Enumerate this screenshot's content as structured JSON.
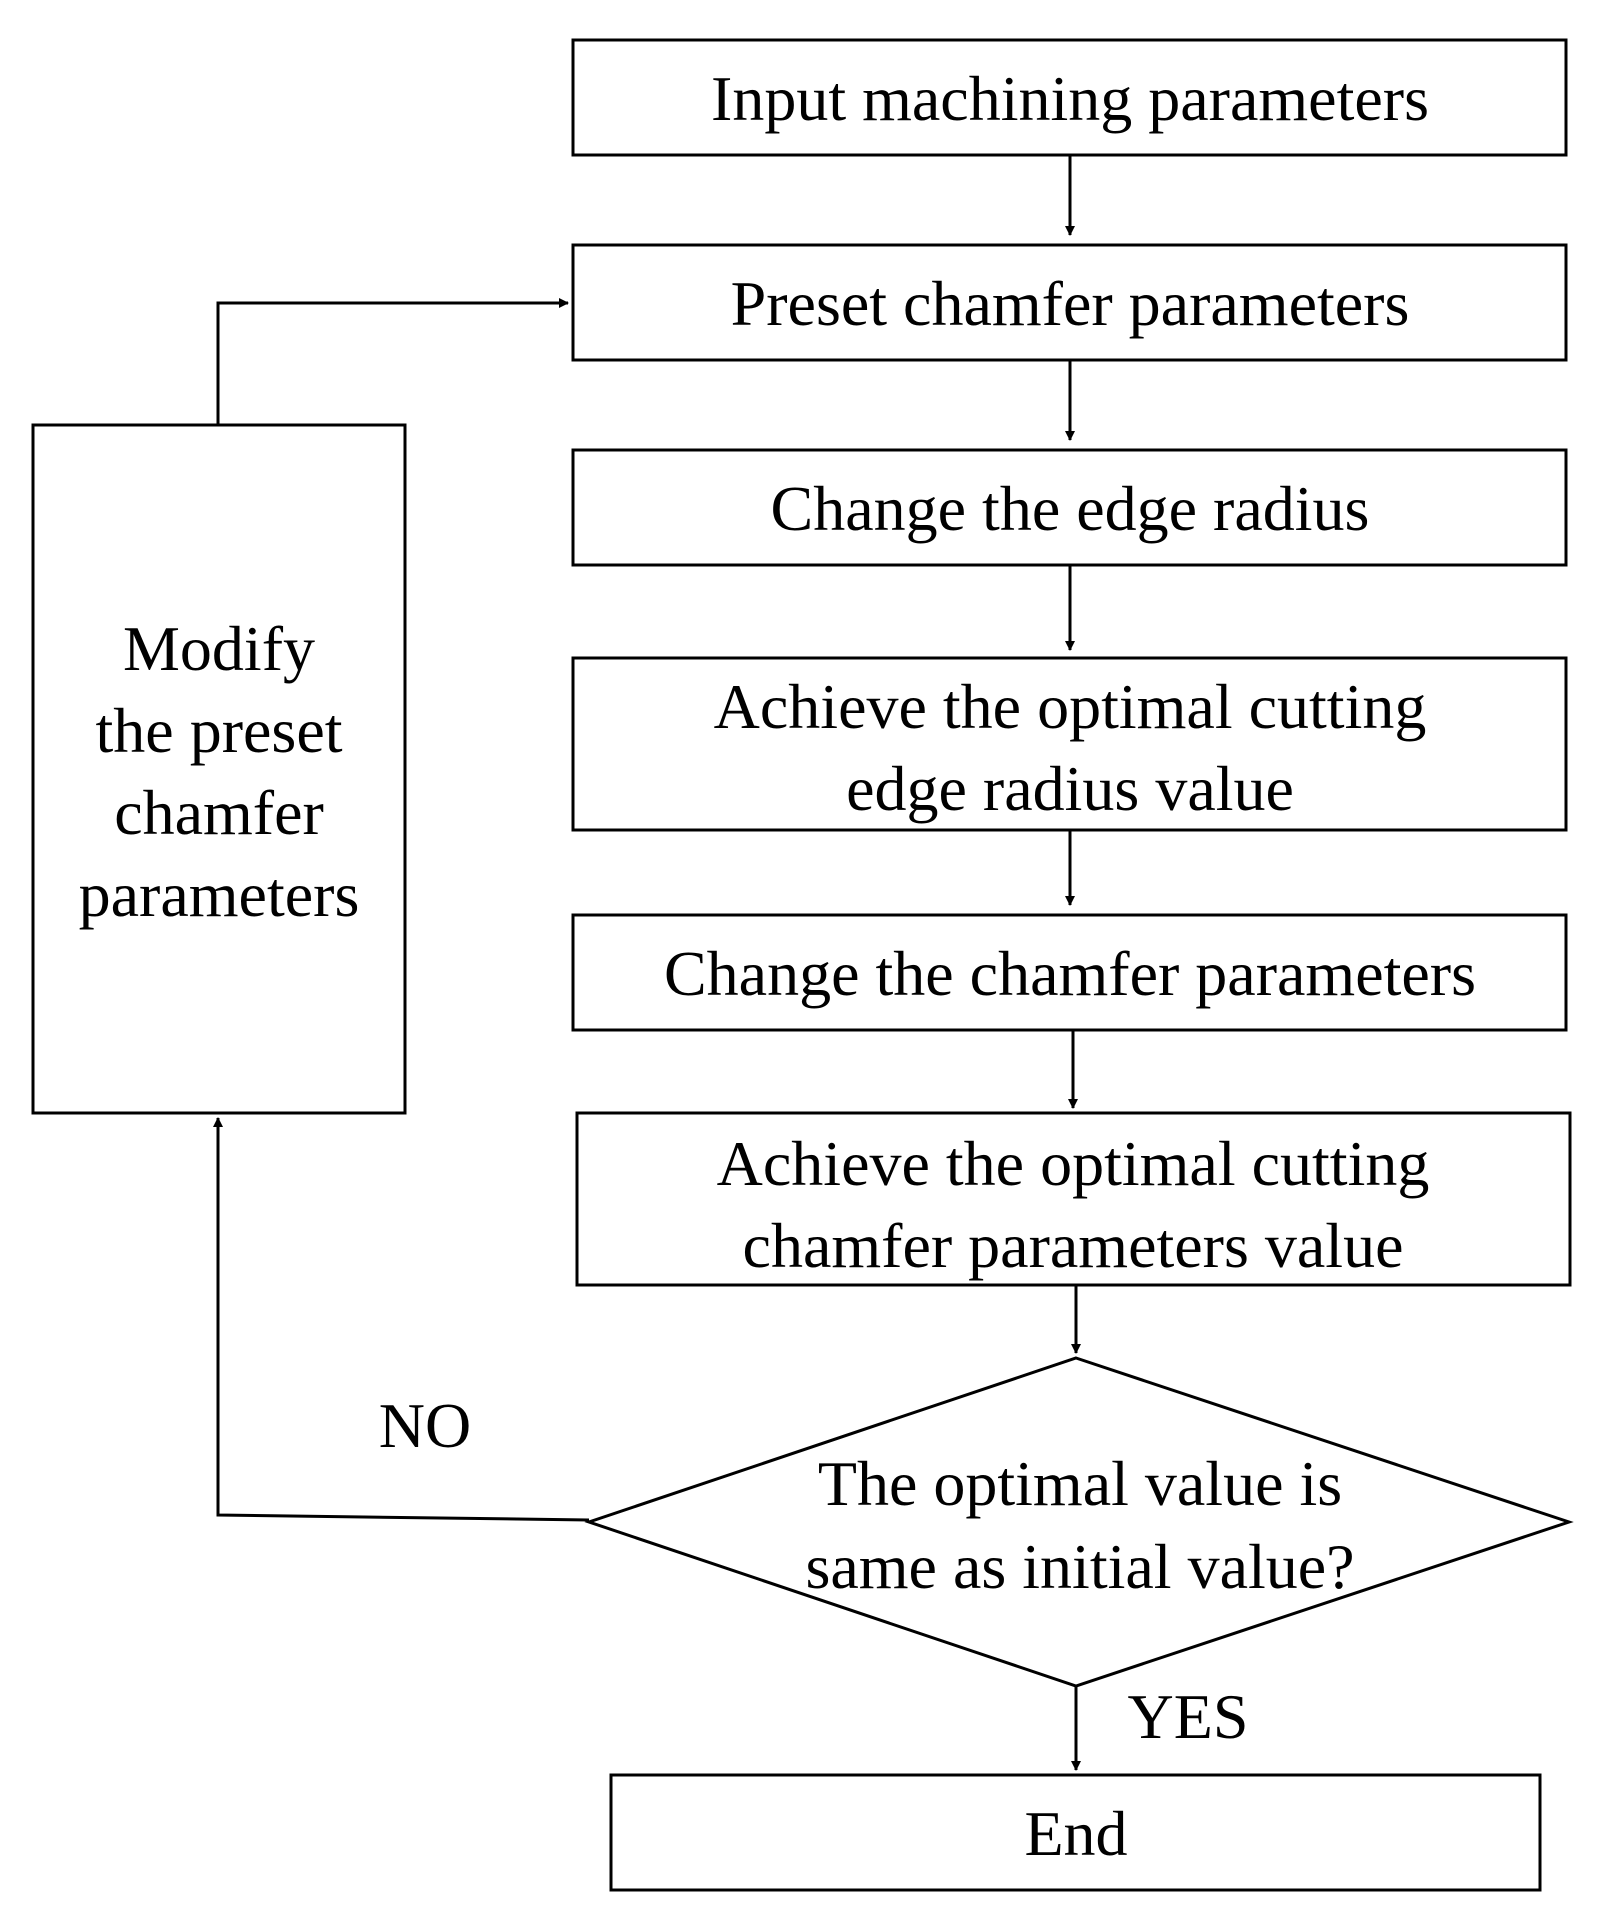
{
  "diagram": {
    "nodes": {
      "input": {
        "text": "Input machining parameters"
      },
      "preset": {
        "text": "Preset chamfer parameters"
      },
      "change_radius": {
        "text": "Change the edge radius"
      },
      "optimal_radius": {
        "line1": "Achieve the optimal cutting",
        "line2": "edge radius value"
      },
      "change_chamfer": {
        "text": "Change the chamfer parameters"
      },
      "optimal_chamfer": {
        "line1": "Achieve the optimal cutting",
        "line2": "chamfer parameters value"
      },
      "decision": {
        "line1": "The optimal value is",
        "line2": "same as initial value?"
      },
      "end": {
        "text": "End"
      },
      "modify": {
        "line1": "Modify",
        "line2": "the preset",
        "line3": "chamfer",
        "line4": "parameters"
      }
    },
    "edges": {
      "no_label": "NO",
      "yes_label": "YES"
    },
    "colors": {
      "stroke": "#000000",
      "background": "#ffffff",
      "text": "#000000"
    }
  }
}
